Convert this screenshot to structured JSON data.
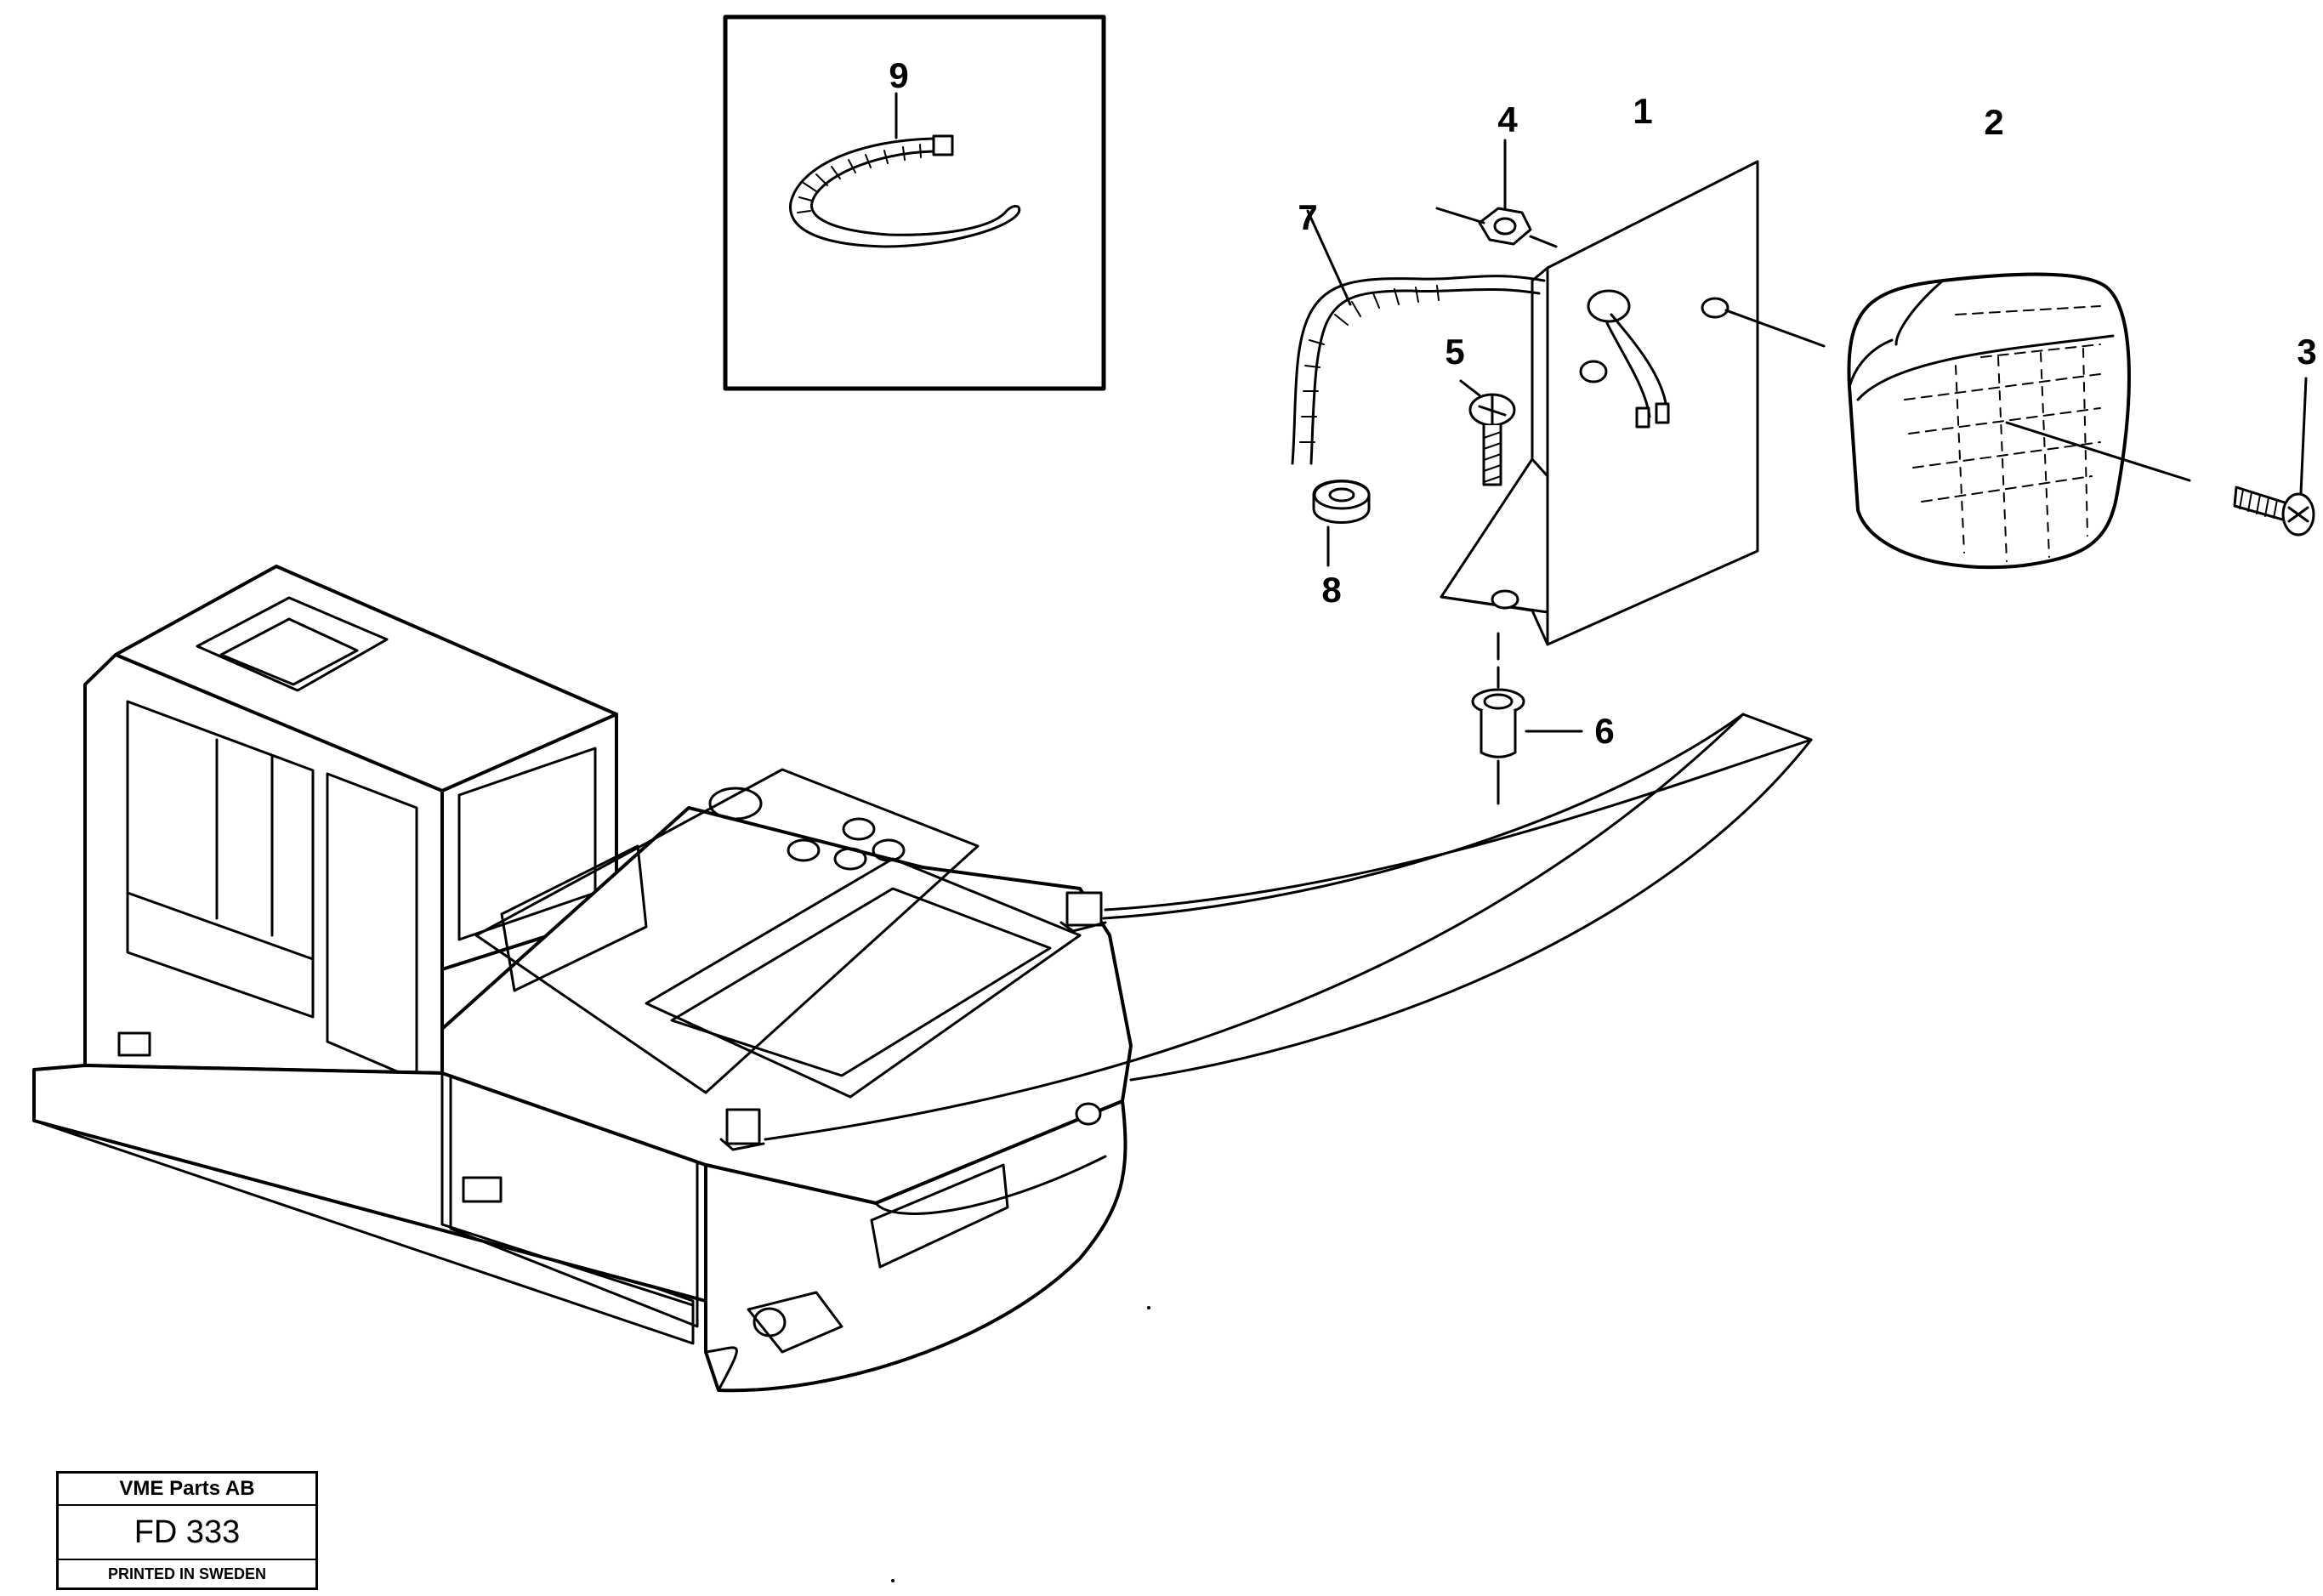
{
  "callouts": [
    {
      "id": "1",
      "label": "1"
    },
    {
      "id": "2",
      "label": "2"
    },
    {
      "id": "3",
      "label": "3"
    },
    {
      "id": "4",
      "label": "4"
    },
    {
      "id": "5",
      "label": "5"
    },
    {
      "id": "6",
      "label": "6"
    },
    {
      "id": "7",
      "label": "7"
    },
    {
      "id": "8",
      "label": "8"
    },
    {
      "id": "9",
      "label": "9"
    }
  ],
  "title_block": {
    "company": "VME Parts AB",
    "code": "FD 333",
    "printed": "PRINTED IN SWEDEN"
  }
}
